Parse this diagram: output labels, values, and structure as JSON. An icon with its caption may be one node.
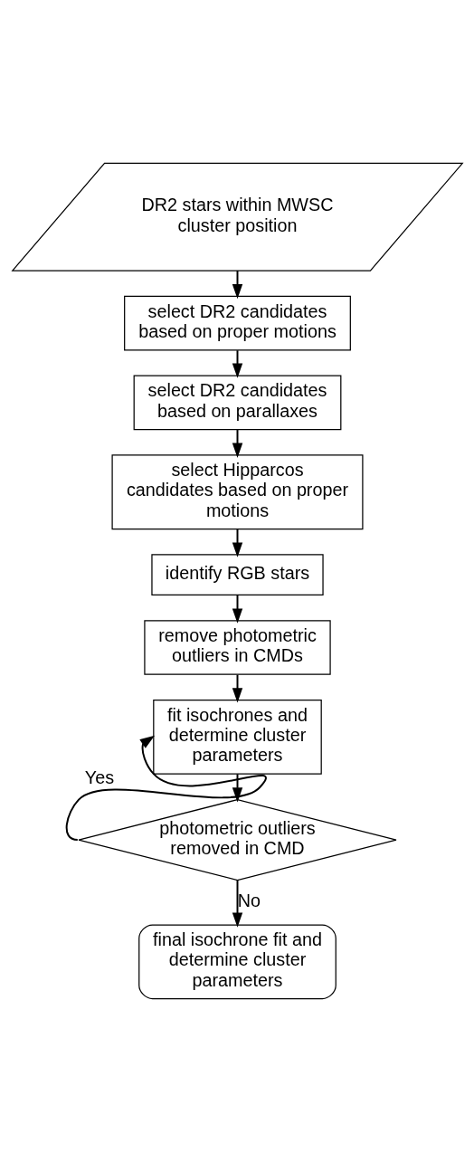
{
  "diagram": {
    "nodes": [
      {
        "text": [
          "DR2 stars within MWSC cluster position"
        ]
      },
      {
        "text": [
          "select DR2 candidates based on proper motions"
        ]
      },
      {
        "text": [
          "select DR2 candidates based on parallaxes"
        ]
      },
      {
        "text": [
          "select Hipparcos candidates based on proper motions"
        ]
      },
      {
        "text": [
          "identify RGB stars"
        ]
      },
      {
        "text": [
          "remove photometric outliers in CMDs"
        ]
      },
      {
        "text": [
          "fit isochrones and determine cluster parameters"
        ]
      },
      {
        "text": [
          "photometric outliers removed in CMD"
        ]
      },
      {
        "text": [
          "final isochrone fit and determine cluster parameters"
        ]
      }
    ],
    "edges": [
      {
        "from": 0,
        "to": 1,
        "arrow": "to"
      },
      {
        "from": 1,
        "to": 2,
        "arrow": "to"
      },
      {
        "from": 2,
        "to": 3,
        "arrow": "to"
      },
      {
        "from": 3,
        "to": 4,
        "arrow": "to"
      },
      {
        "from": 4,
        "to": 5,
        "arrow": "to"
      },
      {
        "from": 5,
        "to": 6,
        "arrow": "to"
      },
      {
        "from": 6,
        "to": 7,
        "arrow": "to"
      },
      {
        "from": 7,
        "to": 6,
        "label": "Yes",
        "arrow": "to"
      },
      {
        "from": 7,
        "to": 8,
        "label": "No",
        "arrow": "to"
      }
    ]
  }
}
